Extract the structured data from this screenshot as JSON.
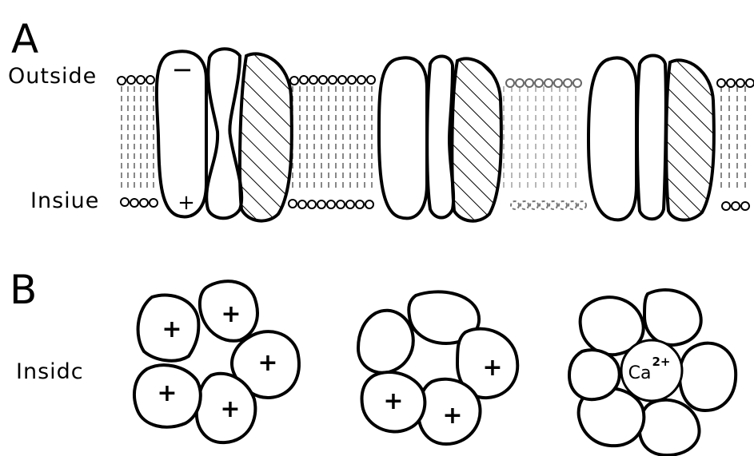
{
  "panel_a": {
    "letter": "A",
    "outside_label": "Outside",
    "inside_label": "Insiue",
    "first_channel_top_charge": "−",
    "first_channel_bottom_charge": "+"
  },
  "panel_b": {
    "letter": "B",
    "inside_label": "Insidc",
    "charge_symbol": "+",
    "ion_label": "Ca",
    "ion_charge": "2+"
  },
  "colors": {
    "ink": "#000000",
    "paper": "#ffffff",
    "membrane": "#555555"
  }
}
